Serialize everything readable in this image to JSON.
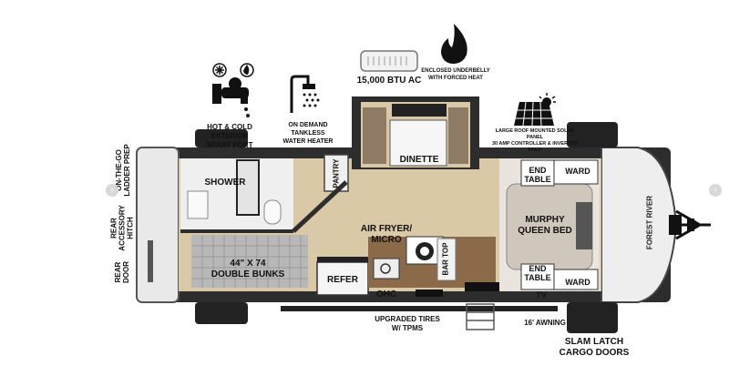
{
  "labels": {
    "hot_cold_spray": "HOT & COLD EXTERIOR\nSPRAY PORT",
    "water_heater": "ON DEMAND\nTANKLESS\nWATER HEATER",
    "ac": "15,000 BTU AC",
    "underbelly": "ENCLOSED UNDERBELLY\nWITH FORCED HEAT",
    "solar": "LARGE ROOF MOUNTED SOLAR PANEL\n30 AMP CONTROLLER & INVERTER PREP",
    "shower": "SHOWER",
    "pantry": "PANTRY",
    "dinette": "DINETTE",
    "end_table_top": "END\nTABLE",
    "ward_top": "WARD",
    "murphy_bed": "MURPHY\nQUEEN BED",
    "air_fryer": "AIR FRYER/\nMICRO",
    "bar_top": "BAR TOP",
    "bunks": "44\" X 74\nDOUBLE BUNKS",
    "refer": "REFER",
    "ohc": "OHC",
    "end_table_bottom": "END\nTABLE",
    "ward_bottom": "WARD",
    "tv": "TV",
    "tires": "UPGRADED TIRES\nW/ TPMS",
    "awning": "16' AWNING",
    "cargo": "SLAM LATCH\nCARGO DOORS",
    "ladder": "ON-THE-GO\nLADDER PREP",
    "hitch": "REAR\nACCESSORY\nHITCH",
    "rear_door": "REAR\nDOOR",
    "brand": "FOREST RIVER"
  },
  "icons": [
    "snowflake-icon",
    "flame-icon",
    "faucet-icon",
    "shower-head-icon",
    "ac-unit-icon",
    "fire-icon",
    "solar-panel-icon",
    "chevron-left-icon",
    "chevron-right-icon"
  ],
  "colors": {
    "wall": "#3a3a3a",
    "floor": "#d8c8a8",
    "bunk": "#b9b9b9",
    "cabinet": "#8a6a48",
    "accent": "#111111"
  }
}
